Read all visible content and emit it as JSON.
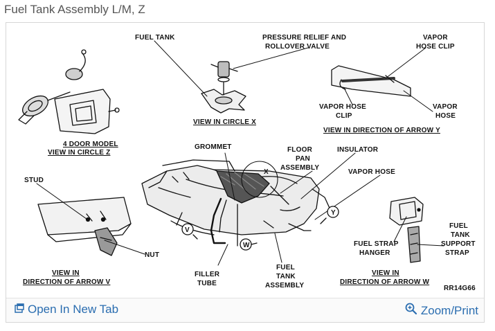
{
  "page": {
    "title": "Fuel Tank Assembly L/M, Z"
  },
  "diagram": {
    "labels": {
      "fuel_tank": "FUEL TANK",
      "pressure_relief_1": "PRESSURE RELIEF AND",
      "pressure_relief_2": "ROLLOVER VALVE",
      "vapor_hose_clip_top_1": "VAPOR",
      "vapor_hose_clip_top_2": "HOSE CLIP",
      "vapor_hose_clip_left_1": "VAPOR HOSE",
      "vapor_hose_clip_left_2": "CLIP",
      "vapor_hose_right_1": "VAPOR",
      "vapor_hose_right_2": "HOSE",
      "view_circle_x": "VIEW IN CIRCLE X",
      "view_arrow_y": "VIEW IN DIRECTION OF ARROW Y",
      "four_door_1": "4 DOOR MODEL",
      "four_door_2": "VIEW IN CIRCLE Z",
      "grommet": "GROMMET",
      "floor_pan_1": "FLOOR",
      "floor_pan_2": "PAN",
      "floor_pan_3": "ASSEMBLY",
      "insulator": "INSULATOR",
      "vapor_hose_mid": "VAPOR HOSE",
      "stud": "STUD",
      "nut": "NUT",
      "circle_x": "X",
      "arrow_y": "Y",
      "arrow_v": "V",
      "arrow_w": "W",
      "filler_tube_1": "FILLER",
      "filler_tube_2": "TUBE",
      "fuel_tank_assembly_1": "FUEL",
      "fuel_tank_assembly_2": "TANK",
      "fuel_tank_assembly_3": "ASSEMBLY",
      "fuel_strap_hanger_1": "FUEL STRAP",
      "fuel_strap_hanger_2": "HANGER",
      "support_strap_1": "FUEL",
      "support_strap_2": "TANK",
      "support_strap_3": "SUPPORT",
      "support_strap_4": "STRAP",
      "view_arrow_v_1": "VIEW IN",
      "view_arrow_v_2": "DIRECTION OF ARROW V",
      "view_arrow_w_1": "VIEW IN",
      "view_arrow_w_2": "DIRECTION OF ARROW W",
      "ref_code": "RR14G66"
    }
  },
  "footer": {
    "open_tab": "Open In New Tab",
    "zoom_print": "Zoom/Print"
  },
  "colors": {
    "link": "#2a6db0",
    "title": "#555555"
  },
  "icons": {
    "open_tab": "open-new-tab-icon",
    "zoom": "magnifier-plus-icon"
  }
}
